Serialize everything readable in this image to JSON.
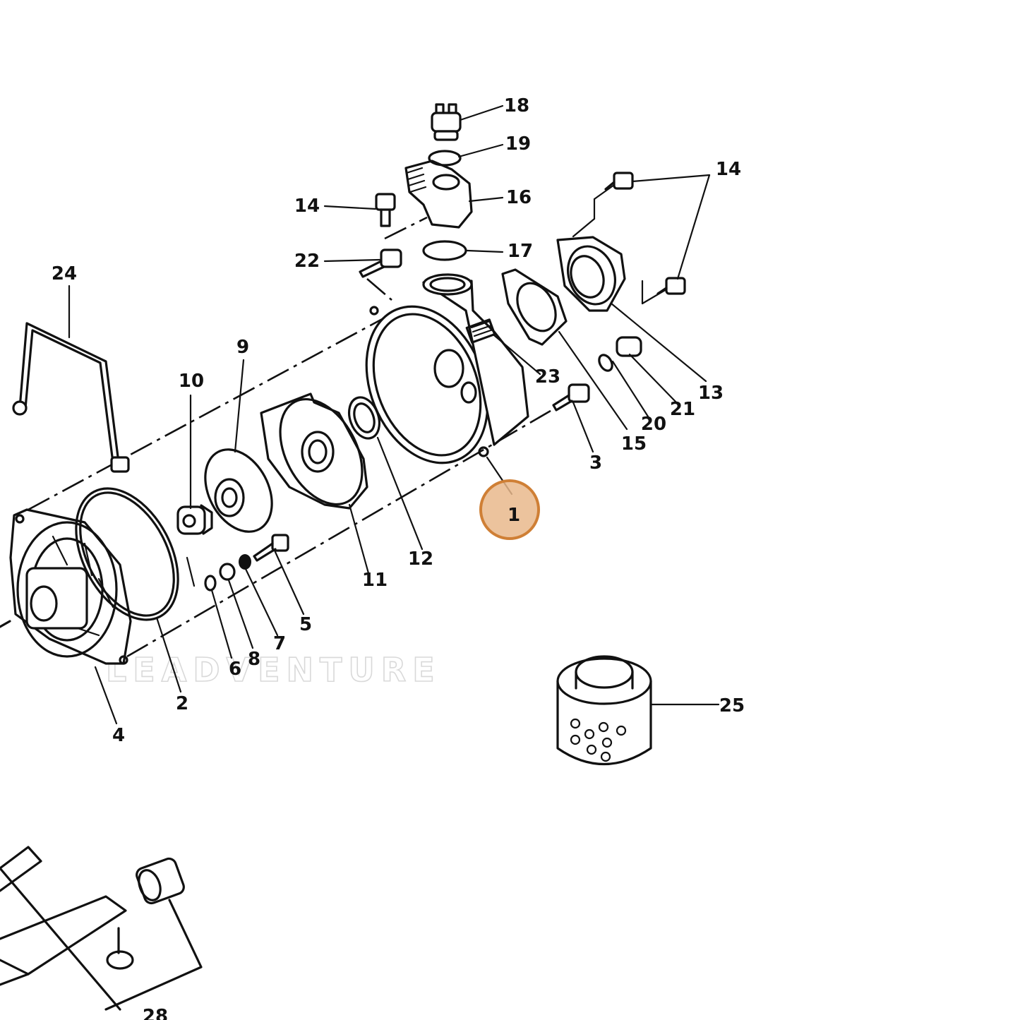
{
  "watermark": "LEADVENTURE",
  "highlight_color": "#e9b98c",
  "highlighted_part": "1",
  "callouts": [
    {
      "id": "c1",
      "label": "1"
    },
    {
      "id": "c2",
      "label": "2"
    },
    {
      "id": "c3",
      "label": "3"
    },
    {
      "id": "c4",
      "label": "4"
    },
    {
      "id": "c5",
      "label": "5"
    },
    {
      "id": "c6",
      "label": "6"
    },
    {
      "id": "c7",
      "label": "7"
    },
    {
      "id": "c8",
      "label": "8"
    },
    {
      "id": "c9",
      "label": "9"
    },
    {
      "id": "c10",
      "label": "10"
    },
    {
      "id": "c11",
      "label": "11"
    },
    {
      "id": "c12",
      "label": "12"
    },
    {
      "id": "c13",
      "label": "13"
    },
    {
      "id": "c14a",
      "label": "14"
    },
    {
      "id": "c14b",
      "label": "14"
    },
    {
      "id": "c15",
      "label": "15"
    },
    {
      "id": "c16",
      "label": "16"
    },
    {
      "id": "c17",
      "label": "17"
    },
    {
      "id": "c18",
      "label": "18"
    },
    {
      "id": "c19",
      "label": "19"
    },
    {
      "id": "c20",
      "label": "20"
    },
    {
      "id": "c21",
      "label": "21"
    },
    {
      "id": "c22",
      "label": "22"
    },
    {
      "id": "c23",
      "label": "23"
    },
    {
      "id": "c24",
      "label": "24"
    },
    {
      "id": "c25",
      "label": "25"
    },
    {
      "id": "c28",
      "label": "28"
    }
  ]
}
